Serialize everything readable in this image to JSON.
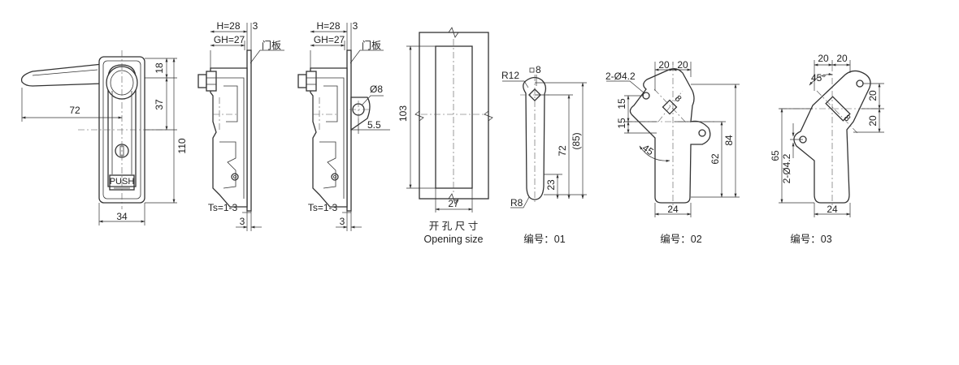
{
  "front_view": {
    "dims": {
      "reach": "72",
      "top": "18",
      "mid": "37",
      "height": "110",
      "width": "34"
    },
    "push_label": "PUSH"
  },
  "side_view_1": {
    "dims": {
      "h": "H=28",
      "gap": "3",
      "gh": "GH=27",
      "ts": "Ts=1-3",
      "bottom": "3"
    },
    "panel_label": "门板"
  },
  "side_view_2": {
    "dims": {
      "h": "H=28",
      "gap": "3",
      "gh": "GH=27",
      "ts": "Ts=1-3",
      "bottom": "3",
      "hole": "Ø8",
      "offset": "5.5"
    },
    "panel_label": "门板"
  },
  "opening": {
    "dims": {
      "height": "103",
      "width": "27"
    },
    "caption_cn": "开 孔 尺 寸",
    "caption_en": "Opening size"
  },
  "cam_01": {
    "dims": {
      "radius_top": "R12",
      "square": "8",
      "total": "(85)",
      "length": "72",
      "short": "23",
      "radius_bottom": "R8"
    },
    "caption": "编号：01"
  },
  "cam_02": {
    "dims": {
      "holes": "2-Ø4.2",
      "w1": "20",
      "w2": "20",
      "h1": "15",
      "h2": "15",
      "square": "8",
      "angle": "45",
      "height": "84",
      "mid": "62",
      "width": "24"
    },
    "caption": "编号：02"
  },
  "cam_03": {
    "dims": {
      "w1": "20",
      "w2": "20",
      "angle": "45°",
      "h1": "20",
      "h2": "20",
      "height": "65",
      "holes": "2-Ø4.2",
      "square": "8",
      "width": "24"
    },
    "caption": "编号：03"
  }
}
